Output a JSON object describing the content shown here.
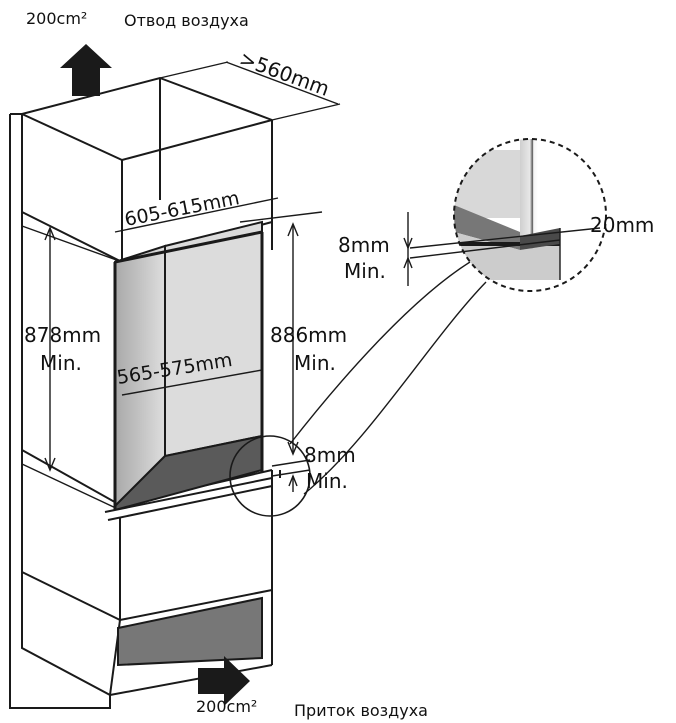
{
  "air_out": {
    "area": "200cm²",
    "label": "Отвод воздуха"
  },
  "air_in": {
    "area": "200cm²",
    "label": "Приток воздуха"
  },
  "dimensions": {
    "depth": ">560mm",
    "outer_width": "605-615mm",
    "inner_width": "565-575mm",
    "height_left": "878mm",
    "height_left_min": "Min.",
    "height_right": "886mm",
    "height_right_min": "Min.",
    "gap_bottom": "8mm",
    "gap_bottom_min": "Min.",
    "gap_detail": "8mm",
    "gap_detail_min": "Min.",
    "detail_depth": "20mm"
  },
  "colors": {
    "line": "#1a1a1a",
    "oven_face": "#bdbdbd",
    "oven_inner": "#e0e0e0",
    "oven_floor": "#5a5a5a",
    "arrow": "#1a1a1a"
  }
}
